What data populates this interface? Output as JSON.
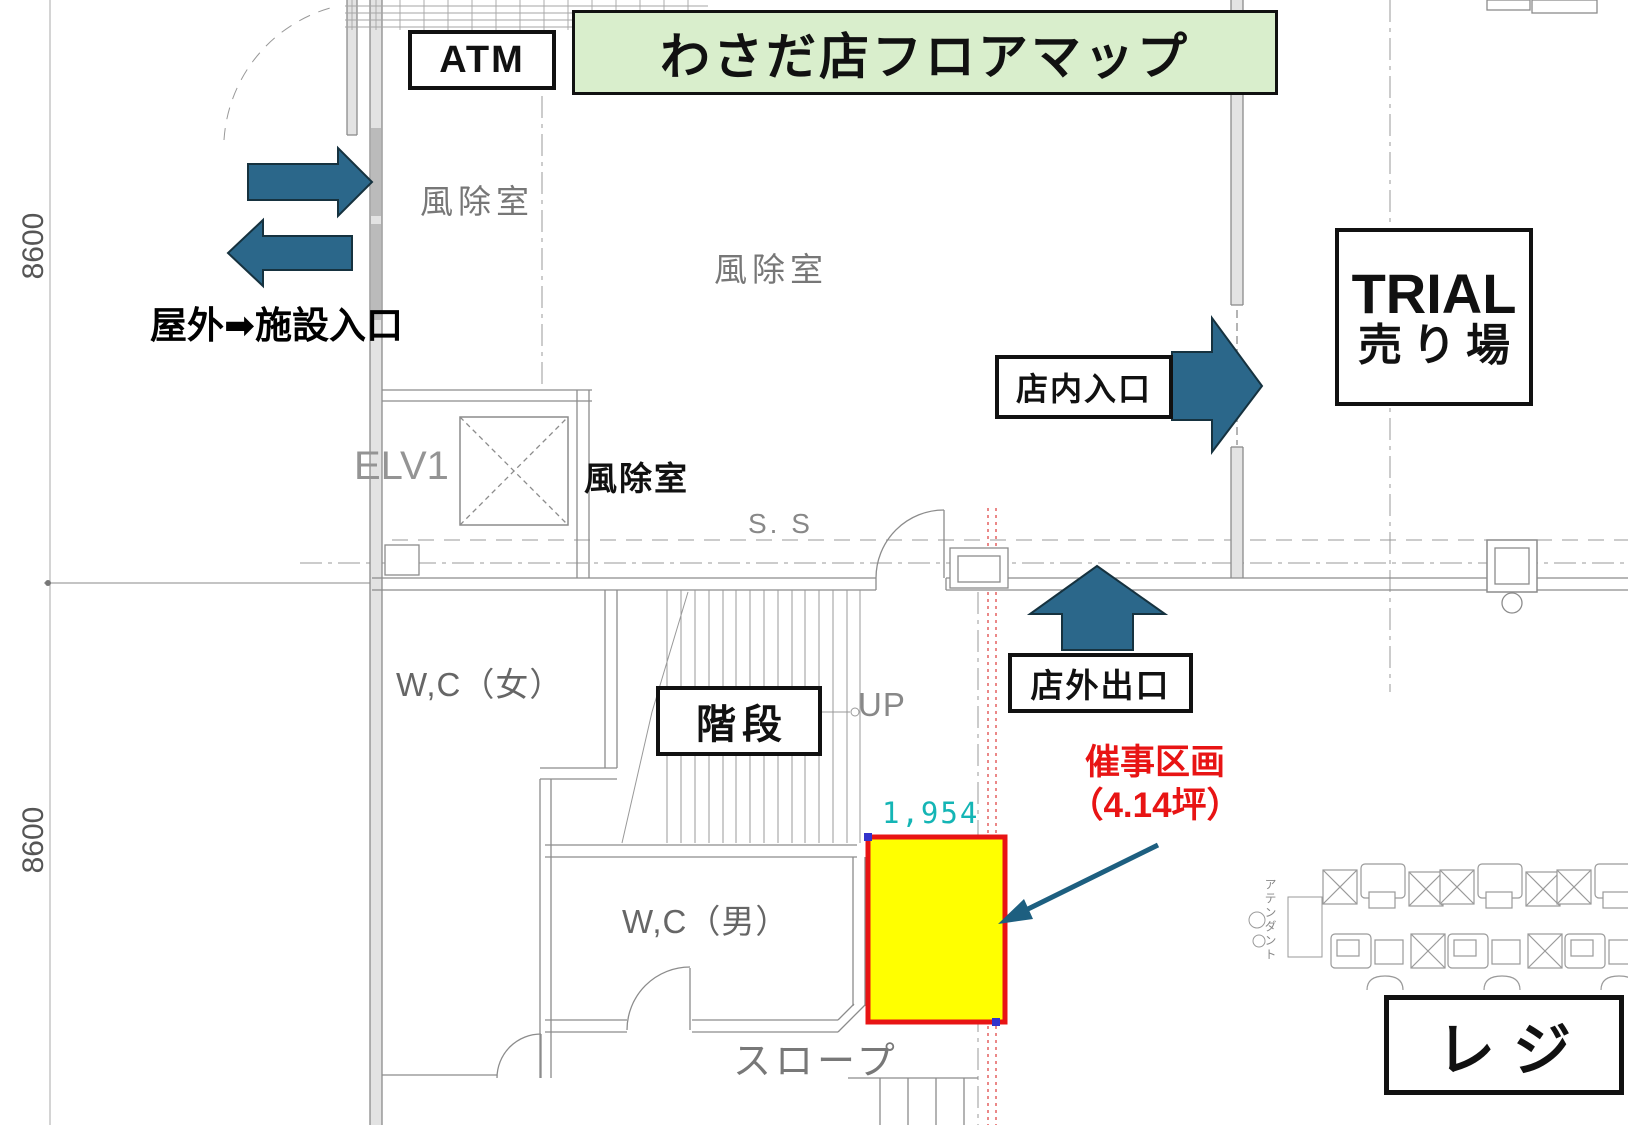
{
  "title": "わさだ店フロアマップ",
  "atm_label": "ATM",
  "dimensions": {
    "left_top": "8600",
    "left_bottom": "8600"
  },
  "rooms": {
    "vestibule_left": "風除室",
    "vestibule_main": "風除室",
    "vestibule_small": "風除室",
    "elevator": "ELV1",
    "service": "S. S",
    "wc_women": "W,C（女）",
    "wc_men": "W,C（男）",
    "stairs": "階段",
    "stairs_up": "UP",
    "slope": "スロープ",
    "attendant": "アテンダント"
  },
  "flow": {
    "outdoor_entrance": "屋外➡施設入口",
    "store_entrance": "店内入口",
    "store_exit": "店外出口"
  },
  "destination": {
    "line1": "TRIAL",
    "line2": "売り場"
  },
  "register_label": "レジ",
  "event_area": {
    "name": "催事区画",
    "size": "（4.14坪）",
    "width_mm": "1,954"
  },
  "colors": {
    "arrow_blue": "#2b678a",
    "pointer_teal": "#1d5f80",
    "title_bg": "#d9eecc",
    "event_border": "#e81414",
    "event_fill": "#ffff00",
    "dim_cyan": "#14b5b5",
    "exit_guide_red": "#e04848"
  }
}
